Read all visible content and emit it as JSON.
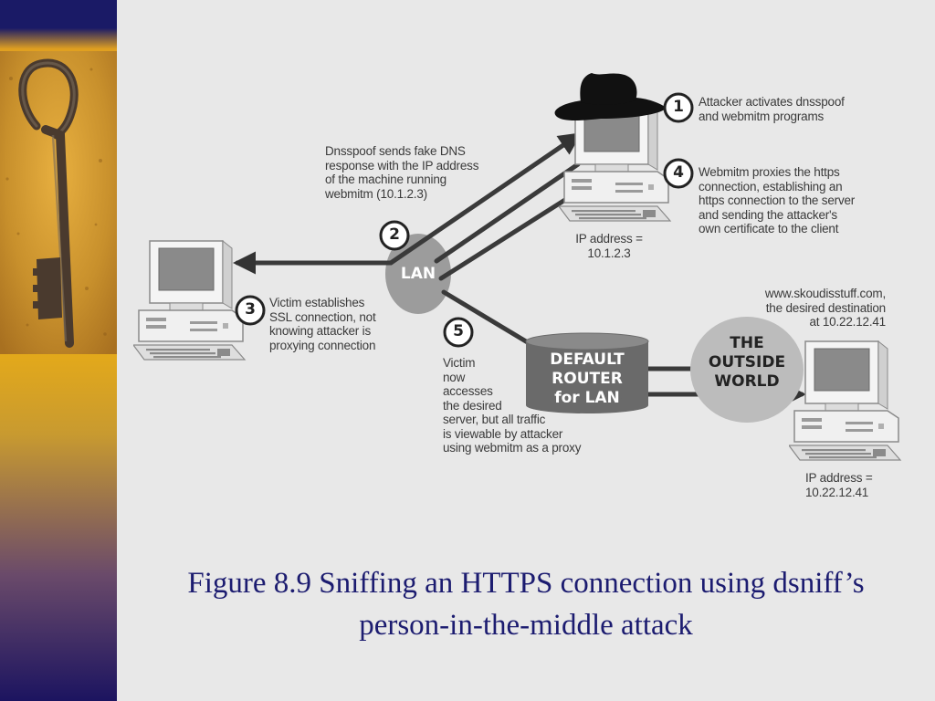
{
  "colors": {
    "sidebar_top": "#1a1a66",
    "sidebar_gold": "#f0b010",
    "slide_bg": "#e8e8e8",
    "caption_text": "#1c1c70",
    "diagram_text": "#3a3a3a",
    "router_fill": "#6a6a6a",
    "cloud_fill": "#bcbcbc"
  },
  "icons": {
    "key": "key-photo",
    "hacker_hat": "black-fedora-icon",
    "computer": "desktop-computer-icon"
  },
  "diagram": {
    "step1": {
      "number": "1",
      "lines": [
        "Attacker activates dnsspoof",
        "and webmitm programs"
      ]
    },
    "step2": {
      "number": "2",
      "lines": [
        "Dnsspoof sends fake DNS",
        "response with the IP address",
        "of the machine running",
        "webmitm (10.1.2.3)"
      ]
    },
    "step3": {
      "number": "3",
      "lines": [
        "Victim establishes",
        "SSL connection, not",
        "knowing attacker is",
        "proxying connection"
      ]
    },
    "step4": {
      "number": "4",
      "lines": [
        "Webmitm proxies the https",
        "connection, establishing an",
        "https connection to the server",
        "and sending the attacker's",
        "own certificate to the client"
      ]
    },
    "step5": {
      "number": "5",
      "lines": [
        "Victim",
        "now",
        "accesses",
        "the desired",
        "server, but all traffic",
        "is viewable by attacker",
        "using webmitm as a proxy"
      ]
    },
    "lan_label": "LAN",
    "router_lines": [
      "DEFAULT",
      "ROUTER",
      "for LAN"
    ],
    "outside_lines": [
      "THE",
      "OUTSIDE",
      "WORLD"
    ],
    "attacker_ip": [
      "IP address =",
      "10.1.2.3"
    ],
    "server_url": "www.skoudisstuff.com,",
    "server_desc": [
      "the desired destination",
      "at 10.22.12.41"
    ],
    "server_ip": [
      "IP address =",
      "10.22.12.41"
    ]
  },
  "caption": {
    "line1": "Figure 8.9 Sniffing an HTTPS connection using dsniff’s",
    "line2": "person-in-the-middle attack"
  }
}
